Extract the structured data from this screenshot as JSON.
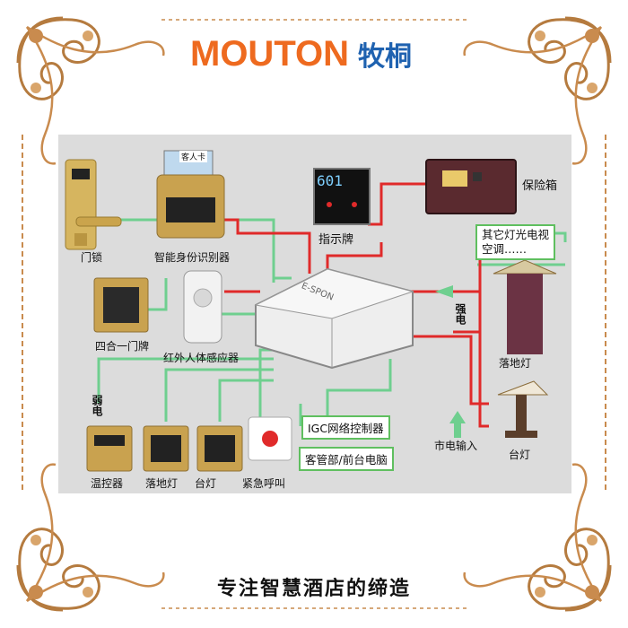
{
  "brand": {
    "name_en": "MOUTON",
    "name_cn": "牧桐"
  },
  "slogan": "专注智慧酒店的缔造",
  "diagram": {
    "controller_label": "E-SPON",
    "room_number": "601",
    "card_label": "客人卡",
    "labels": {
      "door_lock": "门锁",
      "card_reader": "智能身份识别器",
      "indicator": "指示牌",
      "safe": "保险箱",
      "other_devices": "其它灯光电视\n空调……",
      "four_in_one": "四合一门牌",
      "pir_sensor": "红外人体感应器",
      "floor_lamp_right": "落地灯",
      "table_lamp_right": "台灯",
      "thermostat": "温控器",
      "floor_lamp_switch": "落地灯",
      "table_lamp_switch": "台灯",
      "emergency_call": "紧急呼叫",
      "igc_controller": "IGC网络控制器",
      "front_desk_pc": "客管部/前台电脑",
      "mains_input": "市电输入",
      "strong_current": "强电",
      "weak_current": "弱电"
    }
  },
  "colors": {
    "brand_en": "#ee6a1f",
    "brand_cn": "#1f62b0",
    "strong_line": "#e02a2a",
    "weak_line": "#6fcf8f",
    "frame": "#c98b4e"
  }
}
